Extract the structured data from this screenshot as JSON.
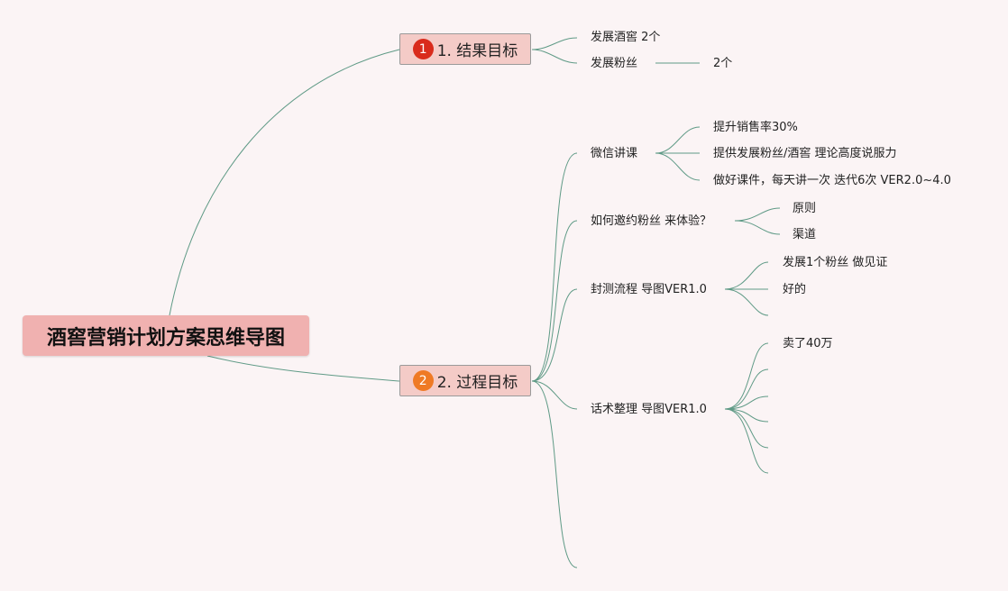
{
  "root": {
    "title": "酒窖营销计划方案思维导图"
  },
  "branches": [
    {
      "marker": "1",
      "label": "1. 结果目标",
      "items": [
        {
          "label": "发展酒窖 2个"
        },
        {
          "label": "发展粉丝",
          "value": "2个"
        }
      ]
    },
    {
      "marker": "2",
      "label": "2. 过程目标",
      "items": [
        {
          "label": "微信讲课",
          "children": [
            "提升销售率30%",
            "提供发展粉丝/酒窖 理论高度说服力",
            "做好课件，每天讲一次 迭代6次 VER2.0~4.0"
          ]
        },
        {
          "label": "如何邀约粉丝 来体验？",
          "children": [
            "原则",
            "渠道"
          ]
        },
        {
          "label": "封测流程 导图VER1.0",
          "children": [
            "发展1个粉丝 做见证",
            "好的",
            ""
          ]
        },
        {
          "label": "话术整理 导图VER1.0",
          "children": [
            "卖了40万",
            "",
            "",
            "",
            "",
            ""
          ]
        },
        {
          "label": ""
        }
      ]
    }
  ],
  "colors": {
    "background": "#fbf4f5",
    "root_fill": "#f0b1b0",
    "branch_fill": "#f4cbc7",
    "line": "#5f9a86",
    "marker_1": "#d92b1c",
    "marker_2": "#ef7a25"
  }
}
